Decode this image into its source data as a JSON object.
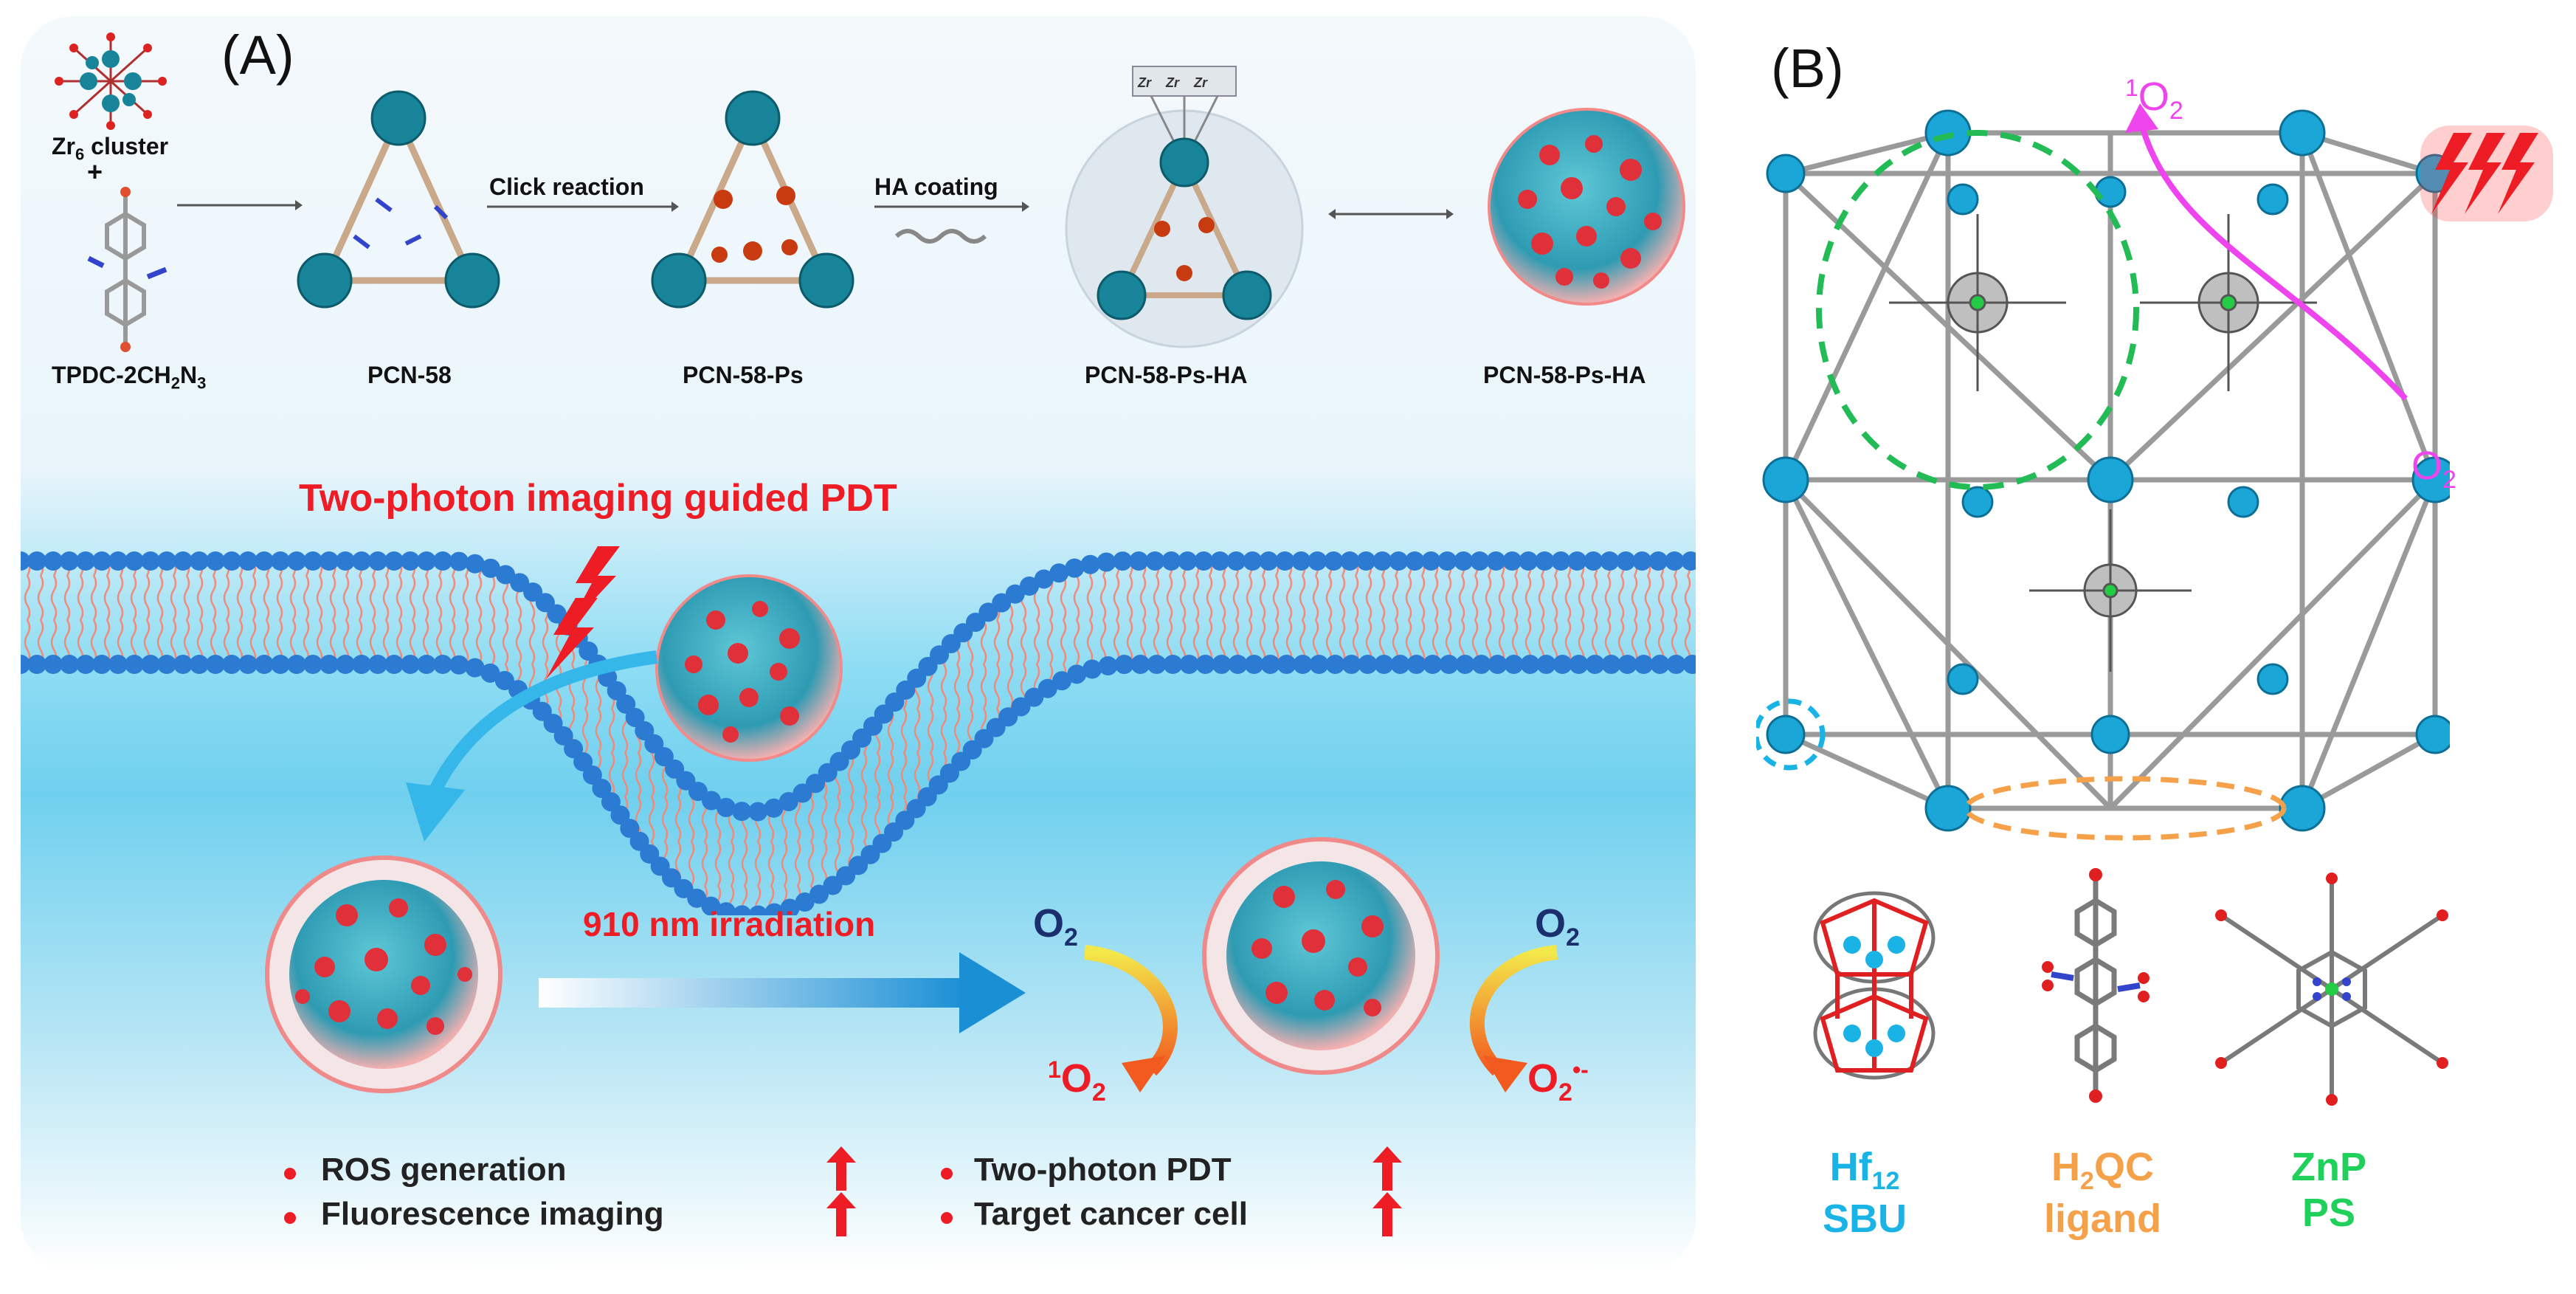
{
  "panel_a": {
    "letter": "(A)",
    "zr6_cluster": "Zr",
    "zr6_sub": "6",
    "zr6_suffix": " cluster",
    "plus": "+",
    "tpdc": "TPDC-2CH",
    "tpdc_sub1": "2",
    "tpdc_mid": "N",
    "tpdc_sub2": "3",
    "pcn58": "PCN-58",
    "click_reaction": "Click reaction",
    "pcn58ps": "PCN-58-Ps",
    "ha_coating": "HA coating",
    "pcn58psha_1": "PCN-58-Ps-HA",
    "pcn58psha_2": "PCN-58-Ps-HA",
    "zr_labels": [
      "Zr",
      "Zr",
      "Zr"
    ],
    "two_photon_title": "Two-photon imaging guided PDT",
    "irradiation": "910 nm irradiation",
    "o2_left": "O",
    "o2_left_sub": "2",
    "singlet_left_sup": "1",
    "singlet_left": "O",
    "singlet_left_sub": "2",
    "o2_right": "O",
    "o2_right_sub": "2",
    "superoxide": "O",
    "superoxide_sub": "2",
    "superoxide_sup": "•-",
    "legend": [
      "ROS generation",
      "Fluorescence imaging",
      "Two-photon PDT",
      "Target cancer cell"
    ],
    "legend_arrow_icon": "up-arrow-icon"
  },
  "panel_b": {
    "letter": "(B)",
    "singlet_sup": "1",
    "singlet": "O",
    "singlet_sub": "2",
    "o2": "O",
    "o2_sub": "2",
    "components": [
      {
        "line1": "Hf",
        "line1_sub": "12",
        "line2": "SBU",
        "color": "#1ab3e6"
      },
      {
        "line1": "H",
        "line1_sub": "2",
        "line1_rest": "QC",
        "line2": "ligand",
        "color": "#f5a14a"
      },
      {
        "line1": "ZnP",
        "line2": "PS",
        "color": "#1fd05a"
      }
    ]
  },
  "colors": {
    "cluster_teal": "#17849a",
    "membrane_blue": "#2a7bd1",
    "lipid_tail": "#f08a7a",
    "red_accent": "#ee1c24",
    "magenta": "#ee44ee",
    "node_cyan": "#1aa7d8",
    "green_dash": "#22bb55",
    "orange_dash": "#f5a14a"
  }
}
